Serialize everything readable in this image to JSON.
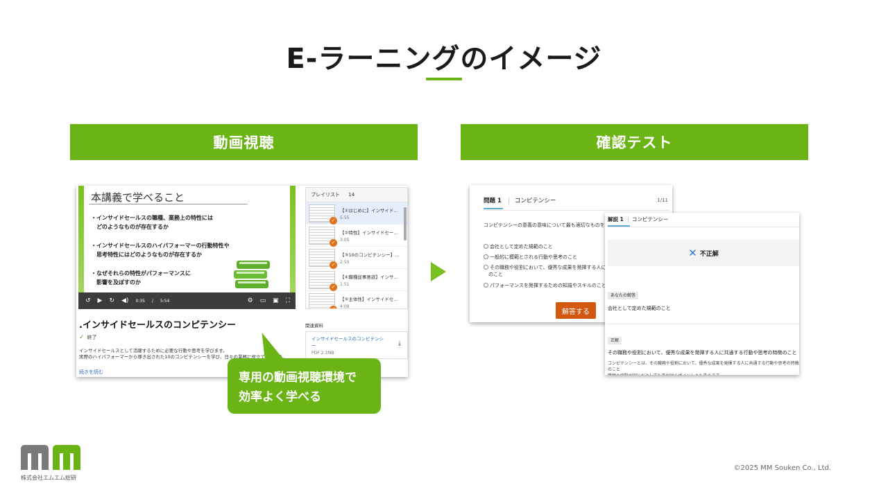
{
  "title": "E-ラーニングのイメージ",
  "sections": {
    "left_header": "動画視聴",
    "right_header": "確認テスト"
  },
  "video": {
    "slide_title": "本講義で学べること",
    "bullets": [
      "・インサイドセールスの職種、業務上の特性には\n　どのようなものが存在するか",
      "・インサイドセールスのハイパフォーマーの行動特性や\n　思考特性にはどのようなものが存在するか",
      "・なぜそれらの特性がパフォーマンスに\n　影響を及ぼすのか"
    ],
    "time_current": "0:35",
    "time_sep": "/",
    "time_total": "5:54",
    "course_title": ".インサイドセールスのコンピテンシー",
    "status": "終了",
    "description": "インサイドセールスとして活躍するために必要な行動や思考を学びます。\n実際のハイパフォーマーから導き出された10のコンピテンシーを学び、日々の業務に役立てましょう。",
    "read_more": "続きを読む"
  },
  "playlist": {
    "header": "プレイリスト",
    "count": "14",
    "items": [
      {
        "name": "【①はじめに】インサイド…",
        "duration": "5:55"
      },
      {
        "name": "【②特性】インサイドセー…",
        "duration": "3:05"
      },
      {
        "name": "【③10のコンピテンシー】…",
        "duration": "2:50"
      },
      {
        "name": "【④職種従事意欲】インサ…",
        "duration": "1:51"
      },
      {
        "name": "【⑤主体性】インサイドセ…",
        "duration": "4:08"
      }
    ]
  },
  "resources": {
    "label": "関連資料",
    "link": "インサイドセールスのコンピテンシー",
    "size": "PDF 2.1MB"
  },
  "callout": {
    "line1": "専用の動画視聴環境で",
    "line2": "効率よく学べる"
  },
  "quiz": {
    "label": "問題 1",
    "topic": "コンピテンシー",
    "counter": "1/11",
    "question": "コンピテンシーの意義の意味について最も適切なものを",
    "options": [
      "会社として定めた規範のこと",
      "一般的に模範とされる行動や思考のこと",
      "その職務や役割において、優秀な成果を発揮する人に\n　のこと",
      "パフォーマンスを発揮するための知識やスキルのこと"
    ],
    "submit_label": "解答する"
  },
  "answer": {
    "label": "解説 1",
    "topic": "コンピテンシー",
    "verdict": "不正解",
    "your_answer_tag": "あなたの解答",
    "your_answer": "会社として定めた規範のこと",
    "correct_tag": "正解",
    "correct_answer": "その職務や役割において、優秀な成果を発揮する人に共通する行動や思考の特徴のこと",
    "explanation": "コンピテンシーとは、その職務や役割において、優秀な成果を発揮する人に共通する行動や思考の特徴のこと\n職歴や経験が同じだとしても差が付くポイントとも言えます。"
  },
  "footer": {
    "company": "株式会社エムエム総研",
    "copyright": "©2025 MM Souken Co., Ltd."
  },
  "colors": {
    "brand_green": "#6bb416",
    "submit_orange": "#d2590f",
    "check_orange": "#e0741a",
    "logo_gray": "#7a7a7a"
  }
}
